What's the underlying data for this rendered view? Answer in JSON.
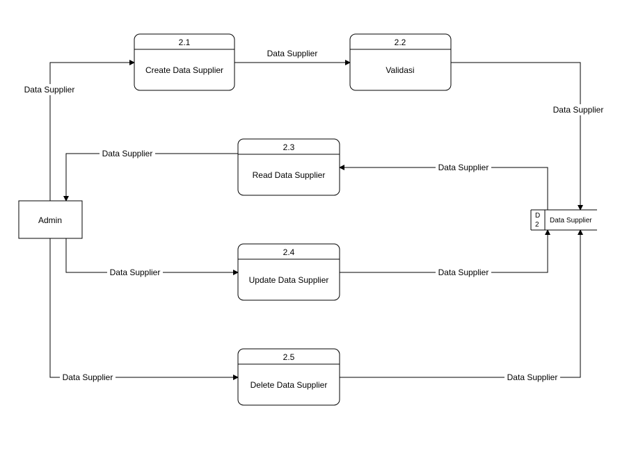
{
  "entity": {
    "name": "Admin"
  },
  "processes": [
    {
      "id": "2.1",
      "name": "Create Data Supplier"
    },
    {
      "id": "2.2",
      "name": "Validasi"
    },
    {
      "id": "2.3",
      "name": "Read Data Supplier"
    },
    {
      "id": "2.4",
      "name": "Update Data Supplier"
    },
    {
      "id": "2.5",
      "name": "Delete Data Supplier"
    }
  ],
  "datastore": {
    "id_line1": "D",
    "id_line2": "2",
    "name": "Data Supplier"
  },
  "flows": [
    {
      "label": "Data Supplier"
    },
    {
      "label": "Data Supplier"
    },
    {
      "label": "Data Supplier"
    },
    {
      "label": "Data Supplier"
    },
    {
      "label": "Data Supplier"
    },
    {
      "label": "Data Supplier"
    },
    {
      "label": "Data Supplier"
    },
    {
      "label": "Data Supplier"
    },
    {
      "label": "Data Supplier"
    }
  ]
}
